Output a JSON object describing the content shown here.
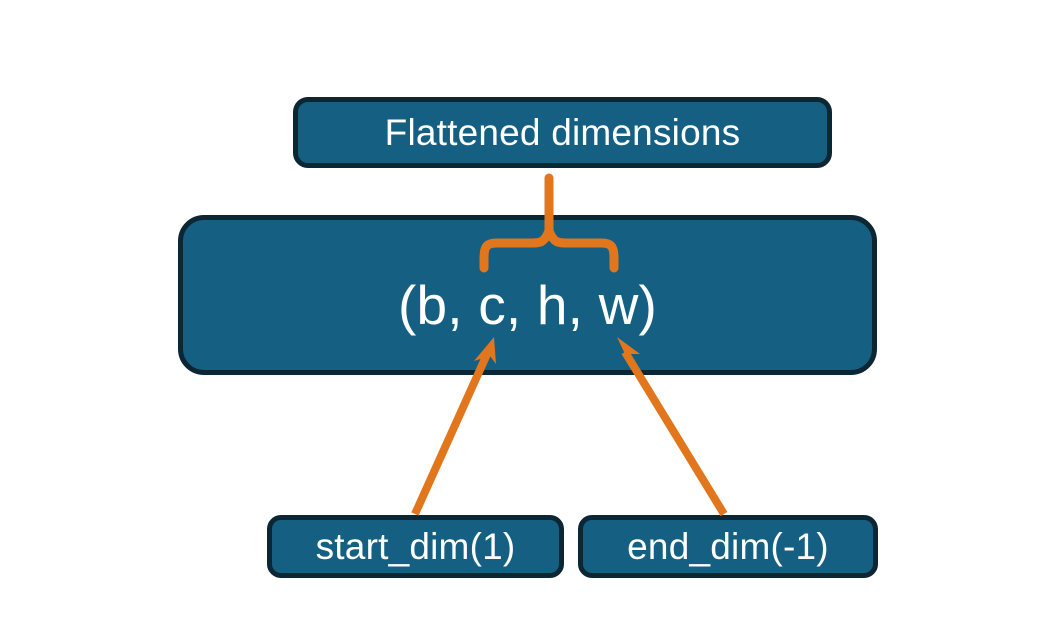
{
  "diagram": {
    "title": "PyTorch flatten start_dim / end_dim illustration",
    "background_color": "#ffffff",
    "node_fill_color": "#156082",
    "node_border_color": "#0c2733",
    "node_text_color": "#ffffff",
    "accent_color": "#e2761d",
    "nodes": {
      "flattened": {
        "label": "Flattened dimensions"
      },
      "tuple": {
        "label": "(b, c, h, w)"
      },
      "start_dim": {
        "label": "start_dim(1)"
      },
      "end_dim": {
        "label": "end_dim(-1)"
      }
    },
    "connectors": {
      "brace": {
        "name": "curly-brace",
        "spans_label": "c, h, w",
        "points_to": "Flattened dimensions"
      },
      "arrow_start": {
        "name": "arrow-start-dim",
        "from": "start_dim(1)",
        "to": "c"
      },
      "arrow_end": {
        "name": "arrow-end-dim",
        "from": "end_dim(-1)",
        "to": "w"
      }
    }
  }
}
